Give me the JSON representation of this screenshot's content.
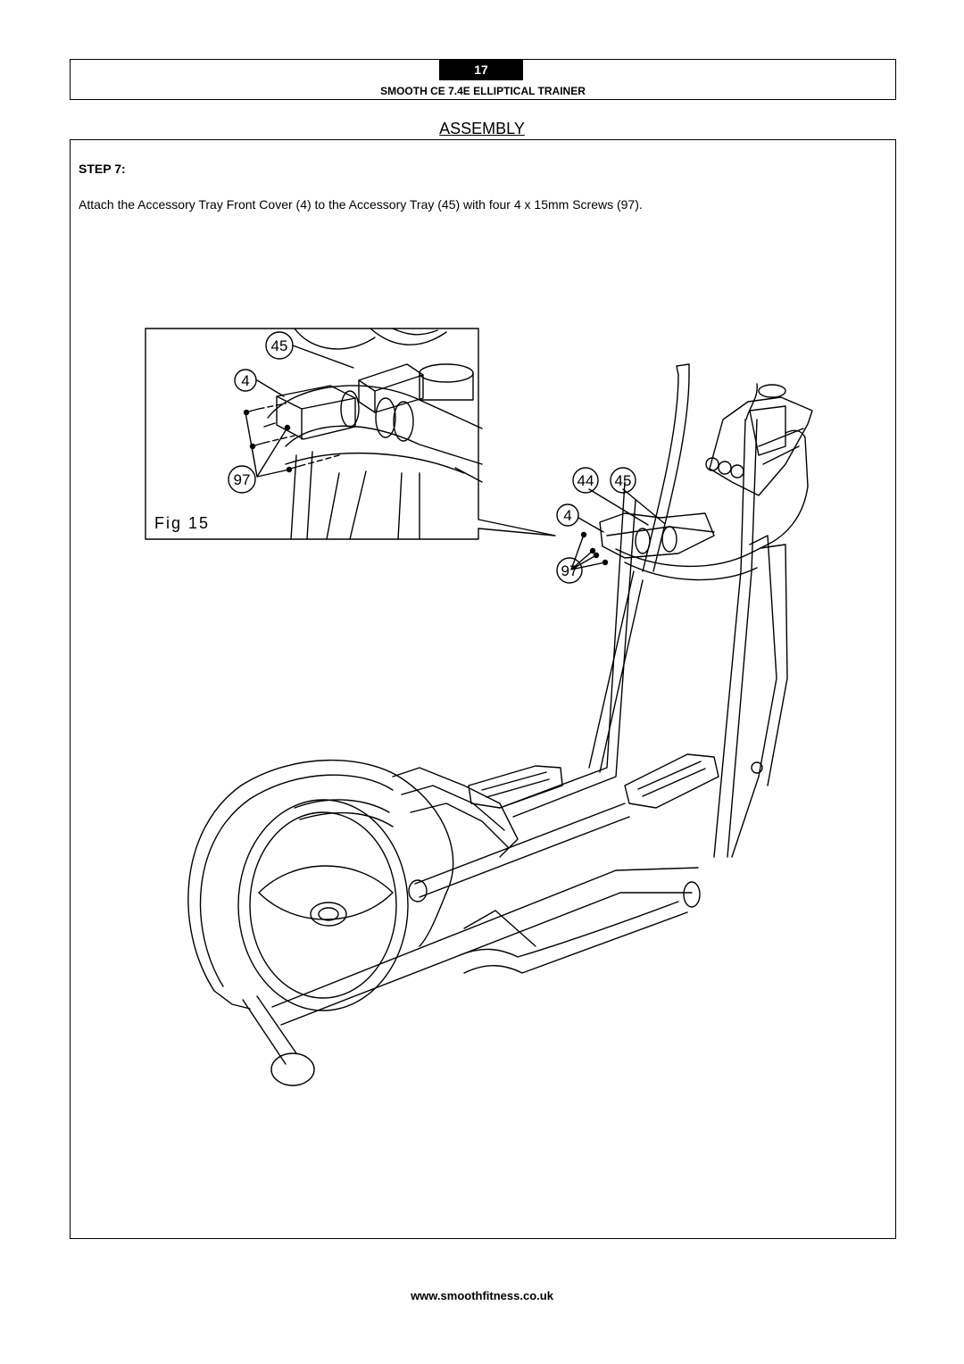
{
  "header": {
    "page_number": "17",
    "title": "SMOOTH CE 7.4E ELLIPTICAL TRAINER"
  },
  "section_title": "ASSEMBLY",
  "step": {
    "label": "STEP 7:",
    "instruction": "Attach the Accessory Tray Front Cover (4) to the Accessory Tray (45) with four 4 x 15mm Screws (97)."
  },
  "figure": {
    "caption": "Fig 15",
    "inset_labels": [
      "45",
      "4",
      "97"
    ],
    "main_labels": [
      "44",
      "45",
      "4",
      "97"
    ]
  },
  "footer": {
    "url": "www.smoothfitness.co.uk"
  }
}
